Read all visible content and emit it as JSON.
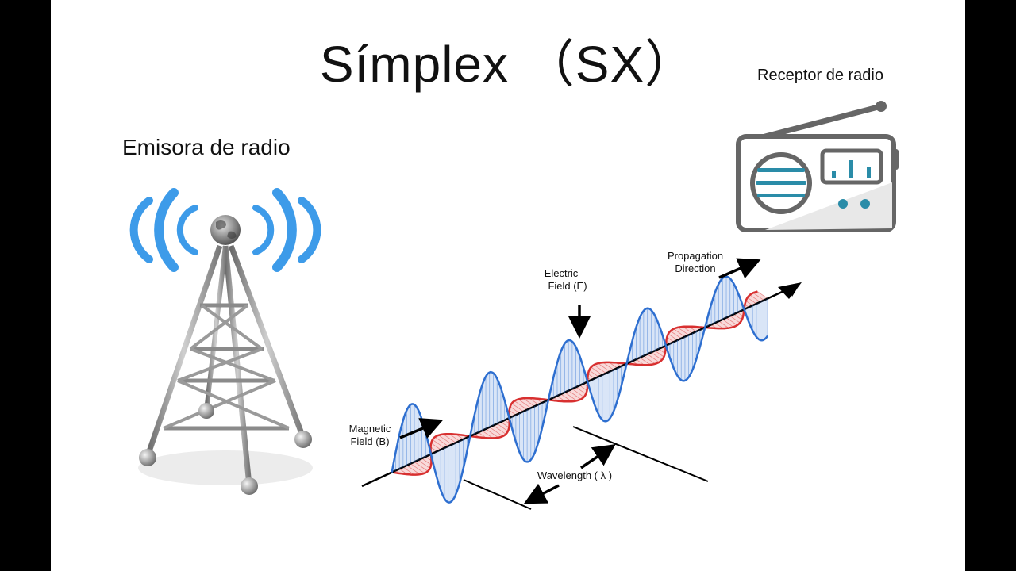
{
  "title": "Símplex （SX）",
  "transmitter": {
    "label": "Emisora de radio",
    "icon": "radio-tower-icon",
    "signal_color": "#3d9be9"
  },
  "receiver": {
    "label": "Receptor de radio",
    "icon": "radio-receiver-icon",
    "accent_color": "#2a8ca8",
    "body_color": "#666666"
  },
  "wave_diagram": {
    "electric_field_label": [
      "Electric",
      "Field (E)"
    ],
    "magnetic_field_label": [
      "Magnetic",
      "Field (B)"
    ],
    "propagation_label": [
      "Propagation",
      "Direction"
    ],
    "wavelength_label": "Wavelength ( λ )",
    "electric_color": "#2e6fd0",
    "magnetic_color": "#d83030"
  }
}
